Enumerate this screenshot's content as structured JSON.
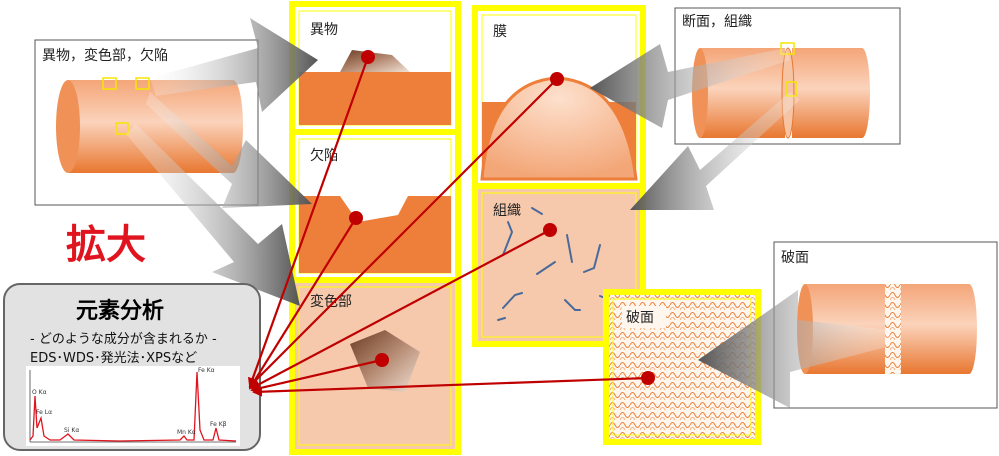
{
  "labels": {
    "source_left": "異物，変色部，欠陥",
    "source_right_top": "断面，組織",
    "source_right_bottom": "破面",
    "panel_foreign": "異物",
    "panel_defect": "欠陥",
    "panel_discolor": "変色部",
    "panel_film": "膜",
    "panel_structure": "組織",
    "panel_fracture": "破面",
    "zoom": "拡大"
  },
  "analysis": {
    "title": "元素分析",
    "subtitle": "‐ どのような成分が含まれるか ‐",
    "methods": "EDS･WDS･発光法･XPSなど"
  },
  "spectrum": {
    "peaks": [
      "O Kα",
      "Fe Lα",
      "Si Kα",
      "Mn Kα",
      "Fe Kα",
      "Fe Kβ"
    ]
  },
  "colors": {
    "orange": "#ee7f3a",
    "light_orange": "#f6c3a3",
    "highlight": "#ffff00",
    "arrow_red": "#c00000",
    "zoom_red": "#e0141e"
  }
}
